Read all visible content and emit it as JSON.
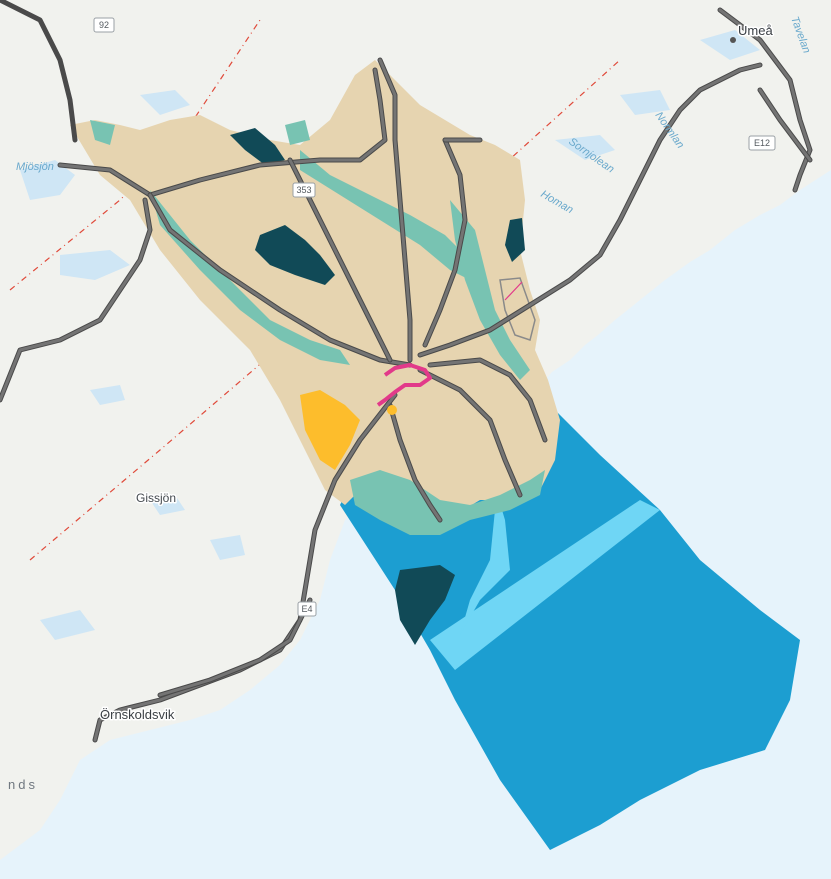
{
  "map": {
    "colors": {
      "land": "#f1f2ee",
      "sea": "#e6f3fb",
      "lake": "#cfe6f5",
      "municipality": "#e6d4b0",
      "green_zone": "#78c3b2",
      "dark_zone": "#114a57",
      "yellow_zone": "#fdbd2c",
      "sea_zone": "#1c9ed1",
      "shipping_lane": "#6fd6f5",
      "urban": "#e23a8a",
      "road": "#747474",
      "railway": "#e04a3a"
    },
    "places": {
      "umea": "Umeå",
      "mjosjon": "Mjösjön",
      "gissjon": "Gissjön",
      "ornskoldsvik": "Örnskoldsvik",
      "nds": "nds",
      "tavelan": "Tavelan",
      "normlan": "Normlan",
      "sornjolean": "Sornjolean",
      "homan": "Homan"
    },
    "road_shields": {
      "r92": "92",
      "r353": "353",
      "e12": "E12",
      "e4": "E4"
    }
  }
}
